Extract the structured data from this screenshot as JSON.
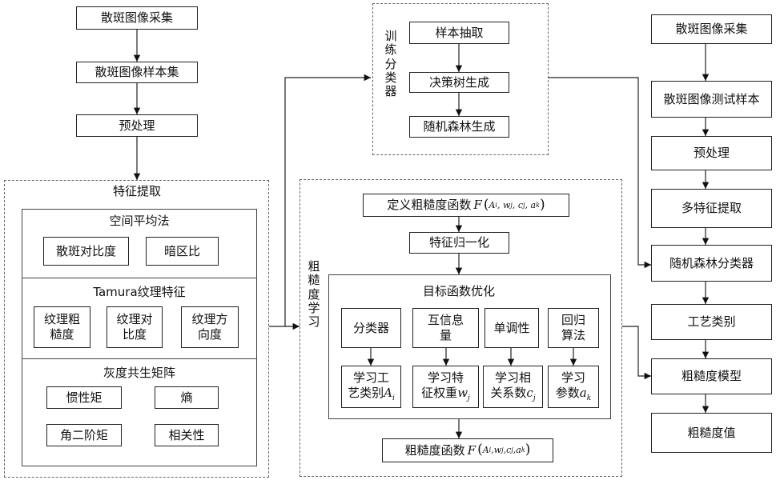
{
  "left": {
    "acquire": "散斑图像采集",
    "sample_set": "散斑图像样本集",
    "preprocess": "预处理",
    "feature_extract": "特征提取",
    "spatial": {
      "title": "空间平均法",
      "items": [
        "散斑对比度",
        "暗区比"
      ]
    },
    "tamura": {
      "title": "Tamura纹理特征",
      "items": [
        {
          "line1": "纹理粗",
          "line2": "糙度"
        },
        {
          "line1": "纹理对",
          "line2": "比度"
        },
        {
          "line1": "纹理方",
          "line2": "向度"
        }
      ]
    },
    "glcm": {
      "title": "灰度共生矩阵",
      "items": [
        "惯性矩",
        "熵",
        "角二阶矩",
        "相关性"
      ]
    }
  },
  "train": {
    "label_chars": [
      "训",
      "练",
      "分",
      "类",
      "器"
    ],
    "steps": [
      "样本抽取",
      "决策树生成",
      "随机森林生成"
    ]
  },
  "rough": {
    "label_chars": [
      "粗",
      "糙",
      "度",
      "学",
      "习"
    ],
    "define_prefix": "定义粗糙度函数",
    "normalize": "特征归一化",
    "opt_title": "目标函数优化",
    "methods": [
      {
        "line1": "分类器",
        "line2": ""
      },
      {
        "line1": "互信息",
        "line2": "量"
      },
      {
        "line1": "单调性",
        "line2": ""
      },
      {
        "line1": "回归",
        "line2": "算法"
      }
    ],
    "learn": [
      {
        "line1": "学习工",
        "line2": "艺类别",
        "sym": "A",
        "sub": "i"
      },
      {
        "line1": "学习特",
        "line2": "征权重",
        "sym": "w",
        "sub": "j"
      },
      {
        "line1": "学习相",
        "line2": "关系数",
        "sym": "c",
        "sub": "j"
      },
      {
        "line1": "学习",
        "line2": "参数",
        "sym": "a",
        "sub": "k"
      }
    ],
    "result_prefix": "粗糙度函数",
    "func_F": "F",
    "func_args": "(A",
    "args": {
      "a1": "A",
      "s1": "i",
      "a2": "w",
      "s2": "j",
      "a3": "c",
      "s3": "j",
      "a4": "a",
      "s4": "k"
    }
  },
  "right": {
    "acquire": "散斑图像采集",
    "test_sample": "散斑图像测试样本",
    "preprocess": "预处理",
    "multi_feature": "多特征提取",
    "rf_classifier": "随机森林分类器",
    "process_class": "工艺类别",
    "rough_model": "粗糙度模型",
    "rough_value": "粗糙度值"
  }
}
